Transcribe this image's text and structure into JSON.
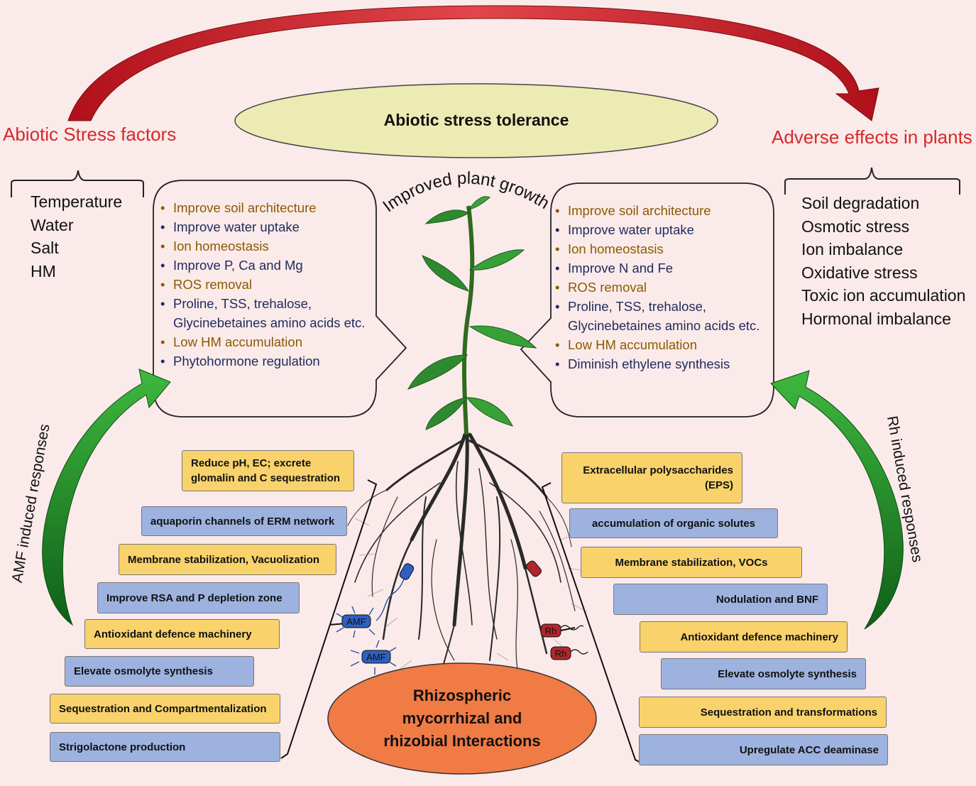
{
  "center_title": "Abiotic stress tolerance",
  "plant_label": "Improved plant growth",
  "stress_factors": {
    "title": "Abiotic Stress factors",
    "items": [
      "Temperature",
      "Water",
      "Salt",
      "HM"
    ]
  },
  "adverse_effects": {
    "title": "Adverse effects in plants",
    "items": [
      "Soil degradation",
      "Osmotic stress",
      "Ion imbalance",
      "Oxidative stress",
      "Toxic ion accumulation",
      "Hormonal imbalance"
    ]
  },
  "left_bubble": [
    {
      "text": "Improve soil architecture",
      "tone": "brown"
    },
    {
      "text": "Improve water uptake",
      "tone": "navy"
    },
    {
      "text": "Ion homeostasis",
      "tone": "brown"
    },
    {
      "text": "Improve P, Ca and Mg",
      "tone": "navy"
    },
    {
      "text": "ROS removal",
      "tone": "brown"
    },
    {
      "text": "Proline, TSS, trehalose, Glycinebetaines amino acids etc.",
      "tone": "navy"
    },
    {
      "text": "Low HM accumulation",
      "tone": "brown"
    },
    {
      "text": "Phytohormone  regulation",
      "tone": "navy"
    }
  ],
  "right_bubble": [
    {
      "text": "Improve soil architecture",
      "tone": "brown"
    },
    {
      "text": "Improve water uptake",
      "tone": "navy"
    },
    {
      "text": "Ion homeostasis",
      "tone": "brown"
    },
    {
      "text": "Improve N and Fe",
      "tone": "navy"
    },
    {
      "text": "ROS removal",
      "tone": "brown"
    },
    {
      "text": "Proline, TSS, trehalose, Glycinebetaines amino acids etc.",
      "tone": "navy"
    },
    {
      "text": "Low HM accumulation",
      "tone": "brown"
    },
    {
      "text": "Diminish ethylene synthesis",
      "tone": "navy"
    }
  ],
  "amf_label": "AMF induced responses",
  "rh_label": "Rh induced responses",
  "amf_boxes": [
    "Reduce pH, EC; excrete glomalin and C sequestration",
    "aquaporin channels of ERM network",
    "Membrane stabilization, Vacuolization",
    "Improve RSA and P depletion zone",
    "Antioxidant defence machinery",
    "Elevate osmolyte synthesis",
    "Sequestration and Compartmentalization",
    "Strigolactone production"
  ],
  "rh_boxes": [
    "Extracellular polysaccharides (EPS)",
    "accumulation of  organic solutes",
    "Membrane stabilization, VOCs",
    "Nodulation and BNF",
    "Antioxidant defence machinery",
    "Elevate osmolyte synthesis",
    "Sequestration and transformations",
    "Upregulate ACC deaminase"
  ],
  "microbes": {
    "amf": "AMF",
    "rh": "Rh"
  },
  "bottom_title": "Rhizospheric mycorrhizal and rhizobial Interactions",
  "colors": {
    "background": "#fbeaea",
    "red_arrow": "#c8191c",
    "green_arrow": "#1f8f2a",
    "tolerance_ellipse": "#ecebb4",
    "bottom_ellipse": "#f07b45",
    "yellow_box": "#f9d26c",
    "blue_box": "#9db2df"
  }
}
